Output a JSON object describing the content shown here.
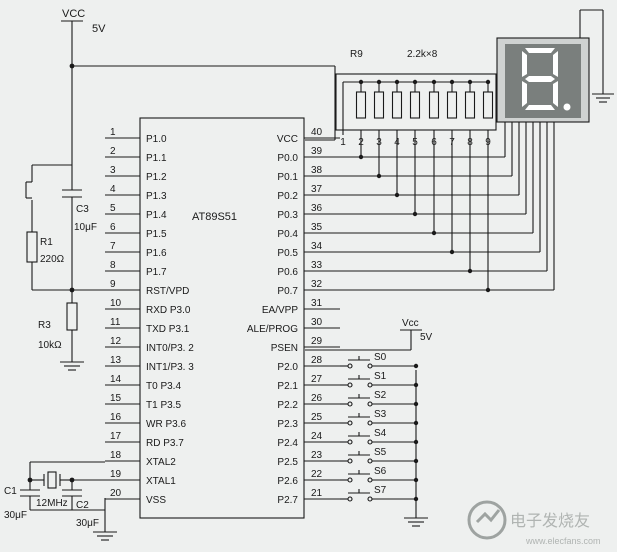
{
  "power": {
    "vcc": "VCC",
    "vcc_volts": "5V",
    "vcc2": "Vcc",
    "vcc2_volts": "5V"
  },
  "chip": {
    "name": "AT89S51",
    "left_pins": [
      {
        "num": "1",
        "label": "P1.0"
      },
      {
        "num": "2",
        "label": "P1.1"
      },
      {
        "num": "3",
        "label": "P1.2"
      },
      {
        "num": "4",
        "label": "P1.3"
      },
      {
        "num": "5",
        "label": "P1.4"
      },
      {
        "num": "6",
        "label": "P1.5"
      },
      {
        "num": "7",
        "label": "P1.6"
      },
      {
        "num": "8",
        "label": "P1.7"
      },
      {
        "num": "9",
        "label": "RST/VPD"
      },
      {
        "num": "10",
        "label": "RXD P3.0"
      },
      {
        "num": "11",
        "label": "TXD P3.1"
      },
      {
        "num": "12",
        "label": "INT0/P3. 2"
      },
      {
        "num": "13",
        "label": "INT1/P3. 3"
      },
      {
        "num": "14",
        "label": "T0 P3.4"
      },
      {
        "num": "15",
        "label": "T1 P3.5"
      },
      {
        "num": "16",
        "label": "WR P3.6"
      },
      {
        "num": "17",
        "label": "RD P3.7"
      },
      {
        "num": "18",
        "label": "XTAL2"
      },
      {
        "num": "19",
        "label": "XTAL1"
      },
      {
        "num": "20",
        "label": "VSS"
      }
    ],
    "right_pins": [
      {
        "num": "40",
        "label": "VCC"
      },
      {
        "num": "39",
        "label": "P0.0"
      },
      {
        "num": "38",
        "label": "P0.1"
      },
      {
        "num": "37",
        "label": "P0.2"
      },
      {
        "num": "36",
        "label": "P0.3"
      },
      {
        "num": "35",
        "label": "P0.4"
      },
      {
        "num": "34",
        "label": "P0.5"
      },
      {
        "num": "33",
        "label": "P0.6"
      },
      {
        "num": "32",
        "label": "P0.7"
      },
      {
        "num": "31",
        "label": "EA/VPP"
      },
      {
        "num": "30",
        "label": "ALE/PROG"
      },
      {
        "num": "29",
        "label": "PSEN"
      },
      {
        "num": "28",
        "label": "P2.0"
      },
      {
        "num": "27",
        "label": "P2.1"
      },
      {
        "num": "26",
        "label": "P2.2"
      },
      {
        "num": "25",
        "label": "P2.3"
      },
      {
        "num": "24",
        "label": "P2.4"
      },
      {
        "num": "23",
        "label": "P2.5"
      },
      {
        "num": "22",
        "label": "P2.6"
      },
      {
        "num": "21",
        "label": "P2.7"
      }
    ]
  },
  "resistor_pack": {
    "name": "R9",
    "value": "2.2k×8",
    "pins": [
      "1",
      "2",
      "3",
      "4",
      "5",
      "6",
      "7",
      "8",
      "9"
    ]
  },
  "components": {
    "c3_name": "C3",
    "c3_value": "10μF",
    "r1_name": "R1",
    "r1_value": "220Ω",
    "r3_name": "R3",
    "r3_value": "10kΩ",
    "c1_name": "C1",
    "c1_value": "30μF",
    "c2_name": "C2",
    "c2_value": "30μF",
    "crystal": "12MHz"
  },
  "switches": [
    "S0",
    "S1",
    "S2",
    "S3",
    "S4",
    "S5",
    "S6",
    "S7"
  ],
  "watermark": "电子发烧友",
  "watermark_url": "www.elecfans.com"
}
